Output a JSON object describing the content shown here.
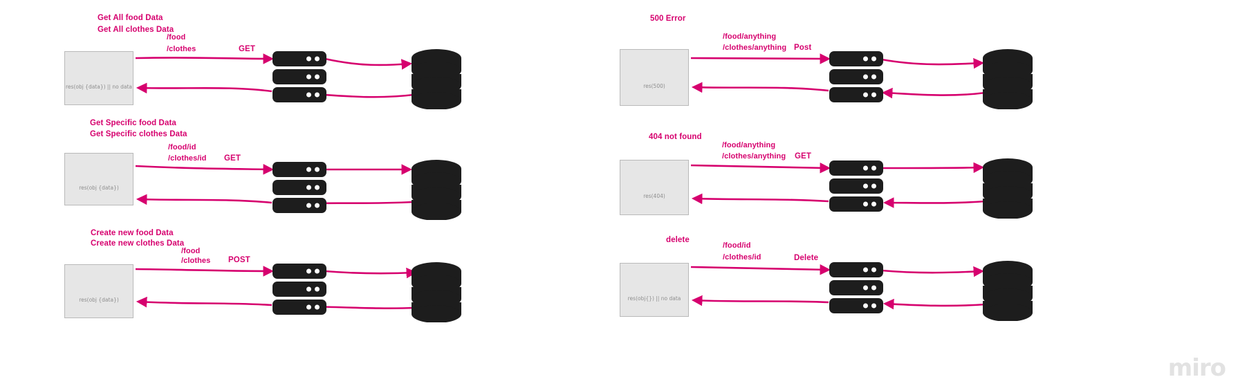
{
  "meta": {
    "watermark": "miro",
    "accent_color": "#d6006e",
    "box_fill": "#e6e6e6",
    "box_border": "#b9b9b9",
    "node_color": "#1d1d1d"
  },
  "columns": [
    {
      "id": "left",
      "rows": [
        {
          "id": "get-all",
          "titles": [
            "Get All food Data",
            "Get All clothes Data"
          ],
          "routes": [
            "/food",
            "/clothes"
          ],
          "method": "GET",
          "client_label": "res(obj {data}) || no data",
          "client_name": "client-box-get-all",
          "server_name": "server-rack-get-all",
          "database_name": "database-get-all"
        },
        {
          "id": "get-specific",
          "titles": [
            "Get Specific food Data",
            "Get Specific clothes Data"
          ],
          "routes": [
            "/food/id",
            "/clothes/id"
          ],
          "method": "GET",
          "client_label": "res(obj {data})",
          "client_name": "client-box-get-specific",
          "server_name": "server-rack-get-specific",
          "database_name": "database-get-specific"
        },
        {
          "id": "create-new",
          "titles": [
            "Create new food Data",
            "Create new clothes Data"
          ],
          "routes": [
            "/food",
            "/clothes"
          ],
          "method": "POST",
          "client_label": "res(obj {data})",
          "client_name": "client-box-create-new",
          "server_name": "server-rack-create-new",
          "database_name": "database-create-new"
        }
      ]
    },
    {
      "id": "right",
      "rows": [
        {
          "id": "error-500",
          "titles": [
            "500 Error"
          ],
          "routes": [
            "/food/anything",
            "/clothes/anything"
          ],
          "method": "Post",
          "client_label": "res(500)",
          "client_name": "client-box-error-500",
          "server_name": "server-rack-error-500",
          "database_name": "database-error-500"
        },
        {
          "id": "error-404",
          "titles": [
            "404 not found"
          ],
          "routes": [
            "/food/anything",
            "/clothes/anything"
          ],
          "method": "GET",
          "client_label": "res(404)",
          "client_name": "client-box-error-404",
          "server_name": "server-rack-error-404",
          "database_name": "database-error-404"
        },
        {
          "id": "delete",
          "titles": [
            "delete"
          ],
          "routes": [
            "/food/id",
            "/clothes/id"
          ],
          "method": "Delete",
          "client_label": "res(obj{}) || no data",
          "client_name": "client-box-delete",
          "server_name": "server-rack-delete",
          "database_name": "database-delete"
        }
      ]
    }
  ]
}
